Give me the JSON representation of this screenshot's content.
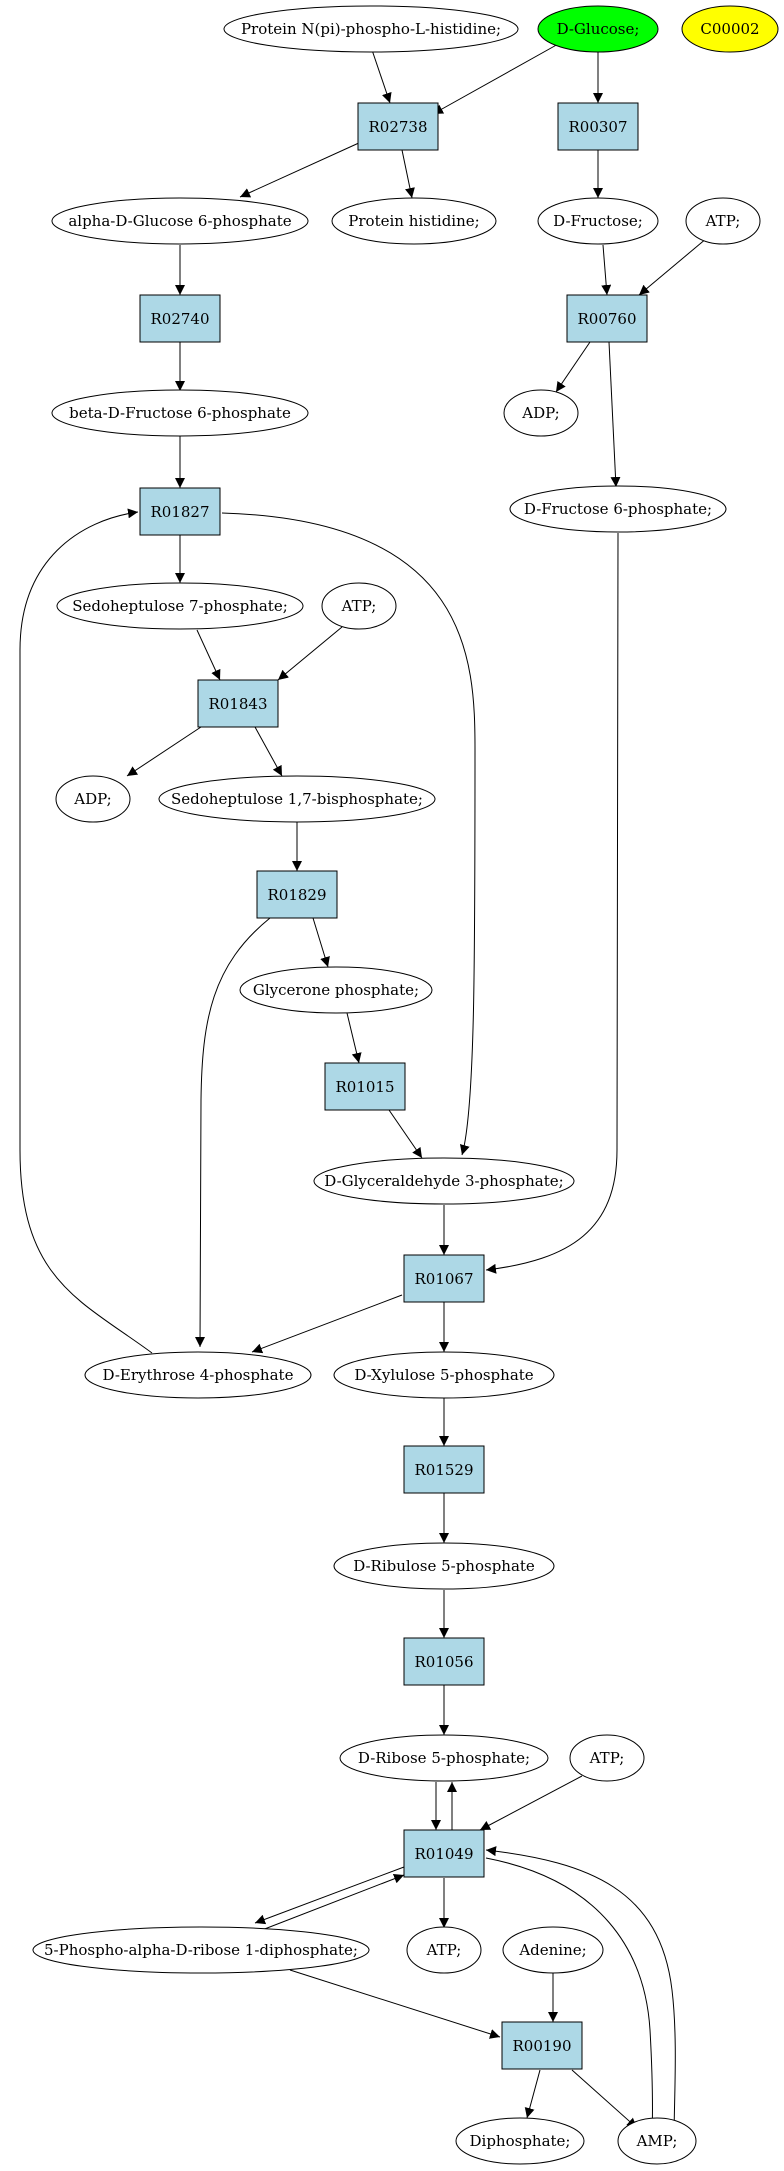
{
  "compounds": {
    "protein_n_phospho_histidine": "Protein N(pi)-phospho-L-histidine;",
    "d_glucose": "D-Glucose;",
    "c00002": "C00002",
    "alpha_d_glucose_6p": "alpha-D-Glucose 6-phosphate",
    "protein_histidine": "Protein histidine;",
    "d_fructose": "D-Fructose;",
    "atp_1": "ATP;",
    "beta_d_fructose_6p": "beta-D-Fructose 6-phosphate",
    "adp_1": "ADP;",
    "d_fructose_6p": "D-Fructose 6-phosphate;",
    "sedoheptulose_7p": "Sedoheptulose 7-phosphate;",
    "atp_2": "ATP;",
    "adp_2": "ADP;",
    "sedoheptulose_17bp": "Sedoheptulose 1,7-bisphosphate;",
    "glycerone_phosphate": "Glycerone phosphate;",
    "d_glyceraldehyde_3p": "D-Glyceraldehyde 3-phosphate;",
    "d_erythrose_4p": "D-Erythrose 4-phosphate",
    "d_xylulose_5p": "D-Xylulose 5-phosphate",
    "d_ribulose_5p": "D-Ribulose 5-phosphate",
    "d_ribose_5p": "D-Ribose 5-phosphate;",
    "atp_3": "ATP;",
    "prpp": "5-Phospho-alpha-D-ribose 1-diphosphate;",
    "atp_4": "ATP;",
    "adenine": "Adenine;",
    "diphosphate": "Diphosphate;",
    "amp": "AMP;"
  },
  "reactions": {
    "r02738": "R02738",
    "r00307": "R00307",
    "r02740": "R02740",
    "r00760": "R00760",
    "r01827": "R01827",
    "r01843": "R01843",
    "r01829": "R01829",
    "r01015": "R01015",
    "r01067": "R01067",
    "r01529": "R01529",
    "r01056": "R01056",
    "r01049": "R01049",
    "r00190": "R00190"
  },
  "colors": {
    "reaction_fill": "#add8e6",
    "highlight_green": "#00ff00",
    "highlight_yellow": "#ffff00",
    "node_fill": "#ffffff",
    "stroke": "#000000"
  }
}
